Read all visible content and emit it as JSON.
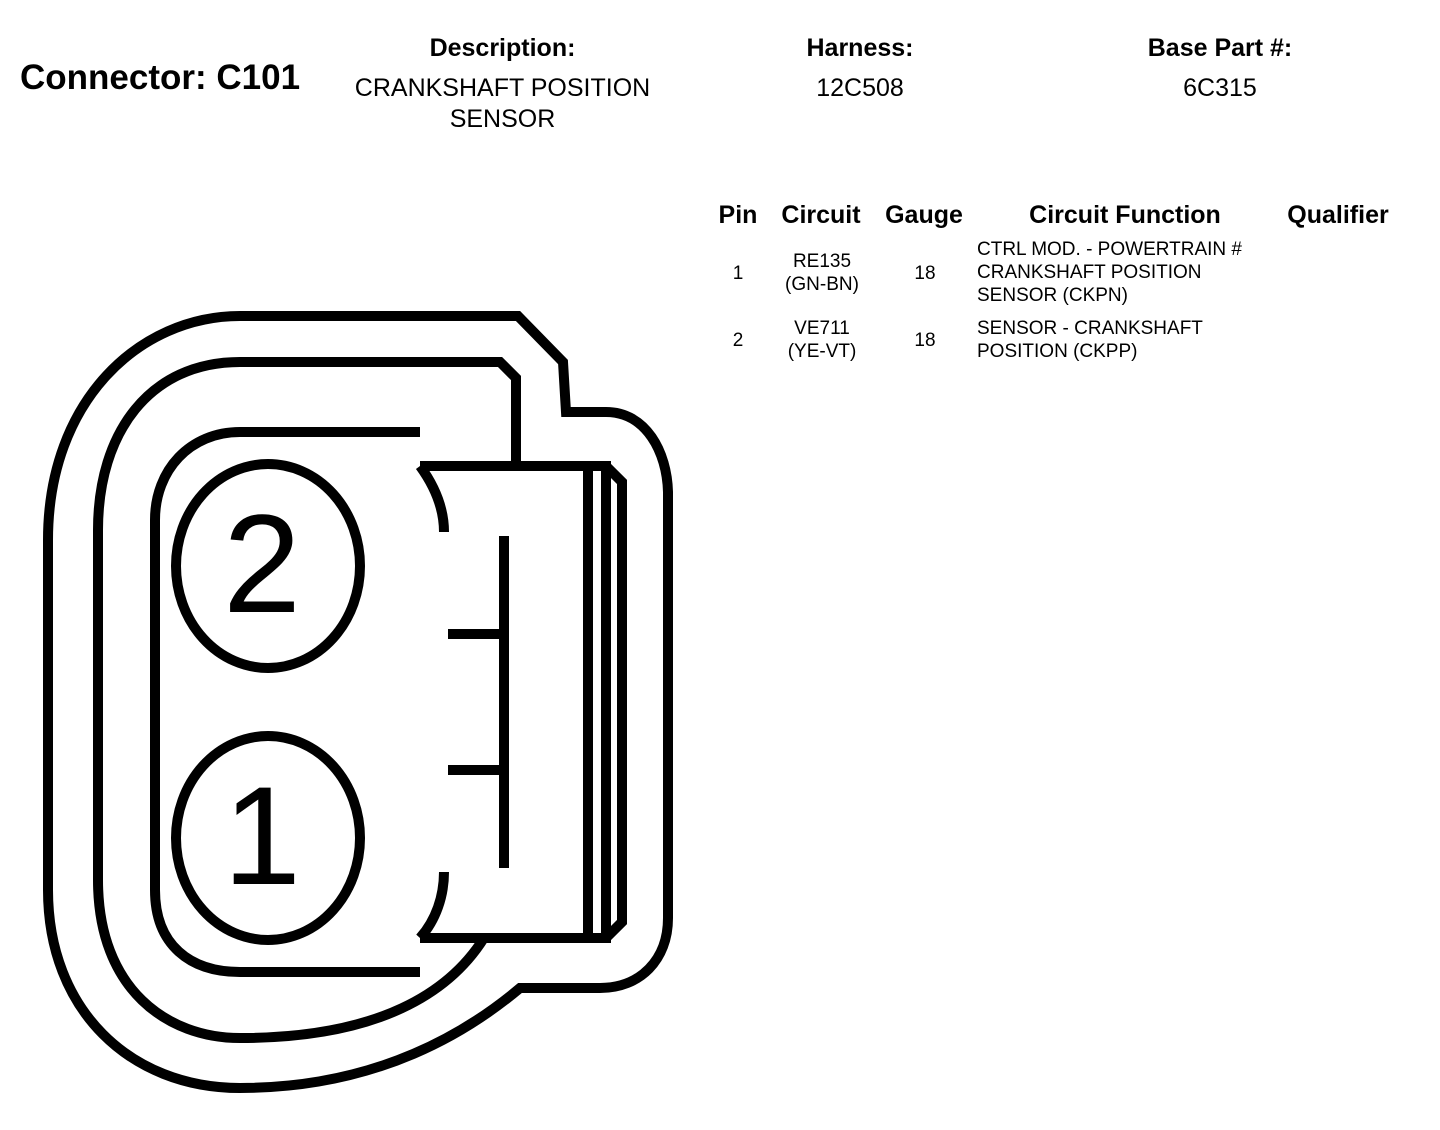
{
  "header": {
    "connector_label": "Connector: C101",
    "description_label": "Description:",
    "description_lines": [
      "CRANKSHAFT POSITION",
      "SENSOR"
    ],
    "harness_label": "Harness:",
    "harness_value": "12C508",
    "base_part_label": "Base Part #:",
    "base_part_value": "6C315"
  },
  "table": {
    "headers": {
      "pin": "Pin",
      "circuit": "Circuit",
      "gauge": "Gauge",
      "function": "Circuit Function",
      "qualifier": "Qualifier"
    },
    "rows": [
      {
        "pin": "1",
        "circuit": [
          "RE135",
          "(GN-BN)"
        ],
        "gauge": "18",
        "function": [
          "CTRL MOD. - POWERTRAIN #",
          "CRANKSHAFT POSITION",
          "SENSOR (CKPN)"
        ],
        "qualifier": ""
      },
      {
        "pin": "2",
        "circuit": [
          "VE711",
          "(YE-VT)"
        ],
        "gauge": "18",
        "function": [
          "SENSOR - CRANKSHAFT",
          "POSITION (CKPP)"
        ],
        "qualifier": ""
      }
    ]
  },
  "diagram": {
    "pin_labels": [
      "2",
      "1"
    ],
    "stroke_color": "#000000"
  }
}
